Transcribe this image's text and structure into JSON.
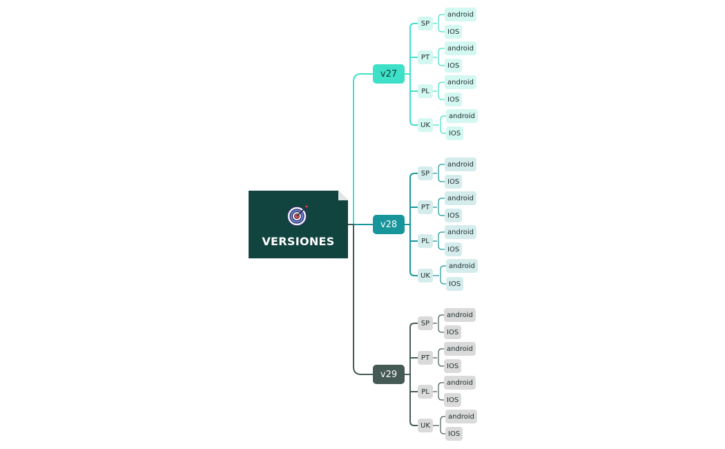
{
  "root": {
    "title": "VERSIONES",
    "icon": "target-arrow-icon"
  },
  "colors": {
    "root_bg": "#11443f",
    "v27": "#3ee0c8",
    "v28": "#17959a",
    "v29": "#455a55",
    "v27_light": "#d3f7f1",
    "v28_light": "#d4ecec",
    "v29_light": "#dadada"
  },
  "branches": [
    {
      "label": "v27",
      "countries": [
        {
          "label": "SP",
          "platforms": [
            "android",
            "IOS"
          ]
        },
        {
          "label": "PT",
          "platforms": [
            "android",
            "IOS"
          ]
        },
        {
          "label": "PL",
          "platforms": [
            "android",
            "IOS"
          ]
        },
        {
          "label": "UK",
          "platforms": [
            "android",
            "IOS"
          ]
        }
      ]
    },
    {
      "label": "v28",
      "countries": [
        {
          "label": "SP",
          "platforms": [
            "android",
            "IOS"
          ]
        },
        {
          "label": "PT",
          "platforms": [
            "android",
            "IOS"
          ]
        },
        {
          "label": "PL",
          "platforms": [
            "android",
            "IOS"
          ]
        },
        {
          "label": "UK",
          "platforms": [
            "android",
            "IOS"
          ]
        }
      ]
    },
    {
      "label": "v29",
      "countries": [
        {
          "label": "SP",
          "platforms": [
            "android",
            "IOS"
          ]
        },
        {
          "label": "PT",
          "platforms": [
            "android",
            "IOS"
          ]
        },
        {
          "label": "PL",
          "platforms": [
            "android",
            "IOS"
          ]
        },
        {
          "label": "UK",
          "platforms": [
            "android",
            "IOS"
          ]
        }
      ]
    }
  ]
}
